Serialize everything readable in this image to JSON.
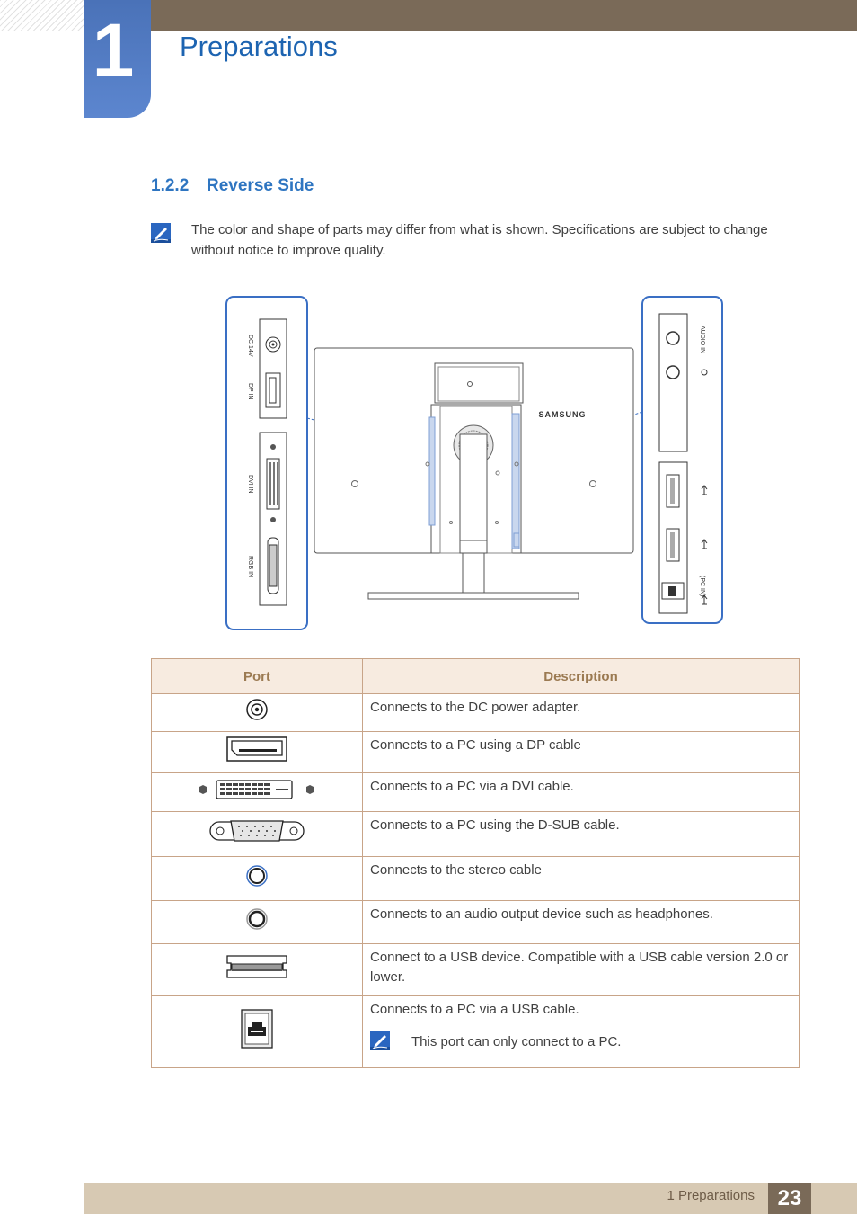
{
  "header": {
    "chapter_number": "1",
    "chapter_title": "Preparations"
  },
  "section": {
    "number": "1.2.2",
    "title": "Reverse Side"
  },
  "note": {
    "icon": "note-pencil-icon",
    "text": "The color and shape of parts may differ from what is shown. Specifications are subject to change without notice to improve quality."
  },
  "diagram": {
    "brand": "SAMSUNG",
    "left_panel_labels": [
      "DC 14V",
      "DP IN",
      "DVI IN",
      "RGB IN"
    ],
    "right_panel_labels": [
      "AUDIO IN",
      "(PC IN)"
    ],
    "accent_color": "#3a6fc4"
  },
  "table": {
    "headers": [
      "Port",
      "Description"
    ],
    "rows": [
      {
        "icon": "dc-power-port-icon",
        "description": "Connects to the DC power adapter."
      },
      {
        "icon": "displayport-icon",
        "description": "Connects to a PC using a DP cable"
      },
      {
        "icon": "dvi-port-icon",
        "description": "Connects to a PC via a DVI cable."
      },
      {
        "icon": "dsub-port-icon",
        "description": "Connects to a PC using the D-SUB cable."
      },
      {
        "icon": "audio-in-jack-icon",
        "description": "Connects to the stereo cable"
      },
      {
        "icon": "headphone-jack-icon",
        "description": "Connects to an audio output device such as headphones."
      },
      {
        "icon": "usb-a-port-icon",
        "description": "Connect to a USB device. Compatible with a USB cable version 2.0 or lower."
      },
      {
        "icon": "usb-b-port-icon",
        "description": "Connects to a PC via a USB cable.",
        "note": "This port can only connect to a PC."
      }
    ]
  },
  "footer": {
    "label": "1 Preparations",
    "page": "23"
  }
}
